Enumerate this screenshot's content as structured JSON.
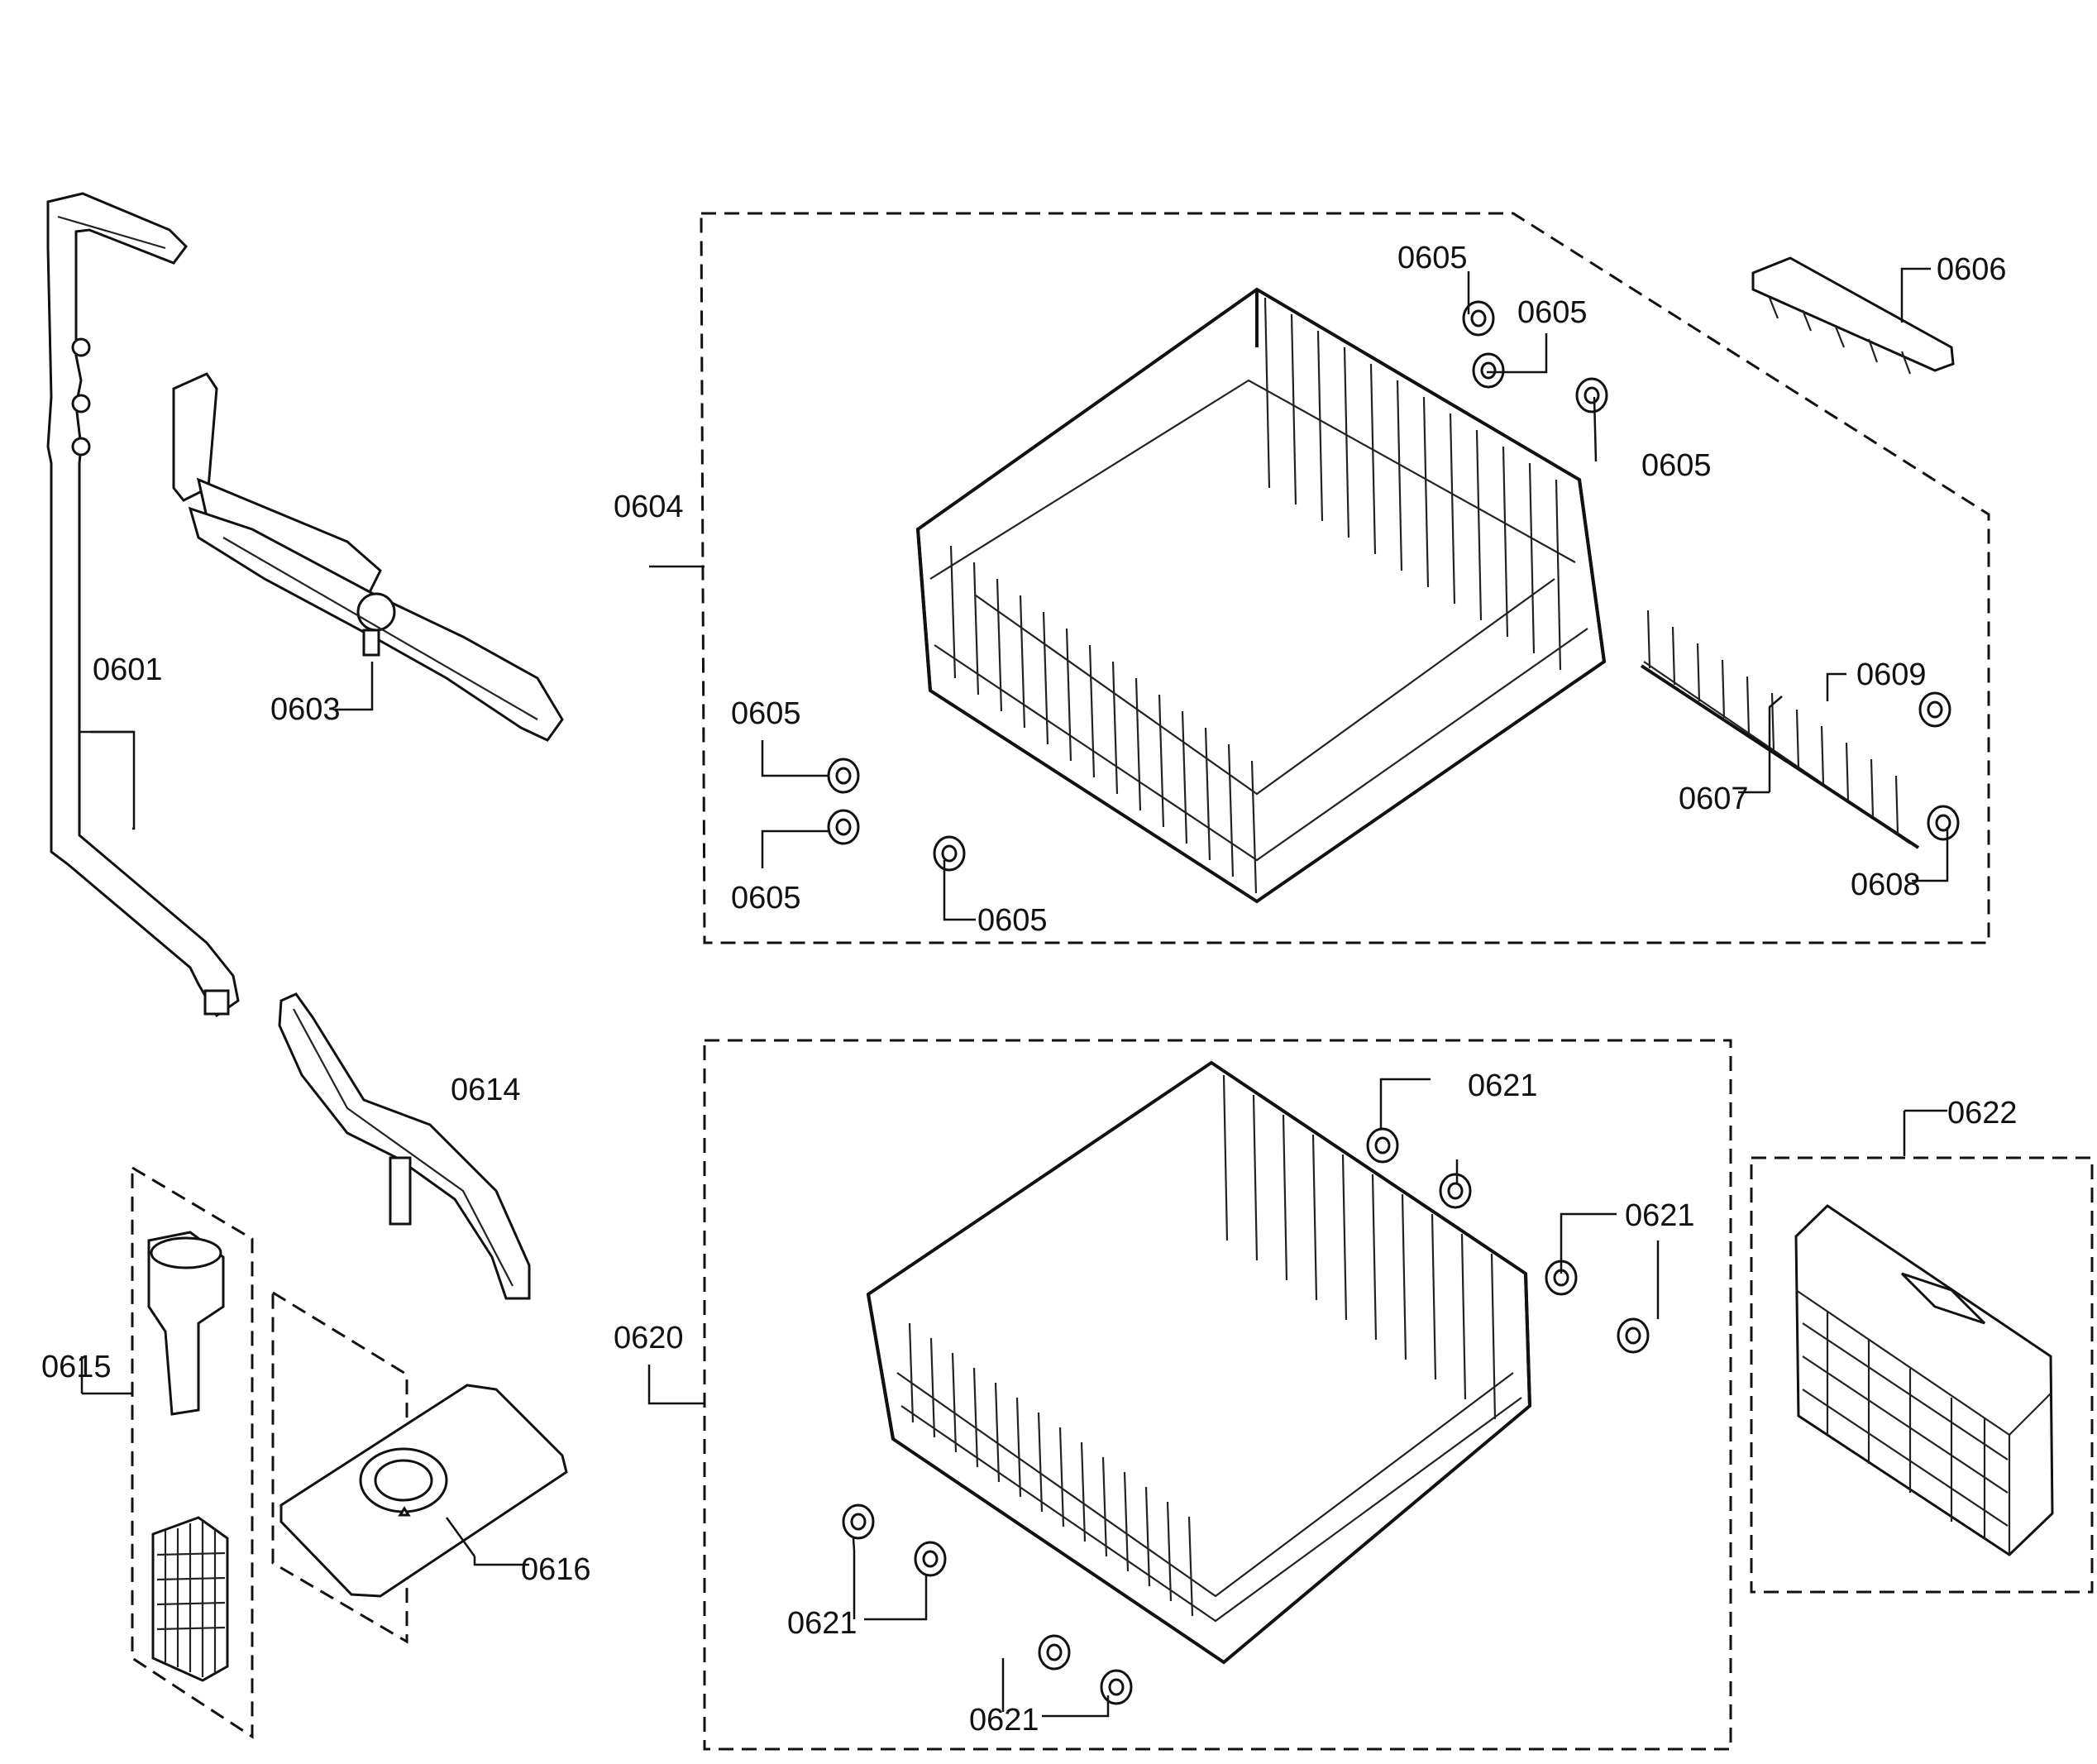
{
  "diagram": {
    "parts": {
      "p0601": "0601",
      "p0603": "0603",
      "p0604": "0604",
      "p0605": "0605",
      "p0606": "0606",
      "p0607": "0607",
      "p0608": "0608",
      "p0609": "0609",
      "p0614": "0614",
      "p0615": "0615",
      "p0616": "0616",
      "p0620": "0620",
      "p0621": "0621",
      "p0622": "0622"
    }
  }
}
